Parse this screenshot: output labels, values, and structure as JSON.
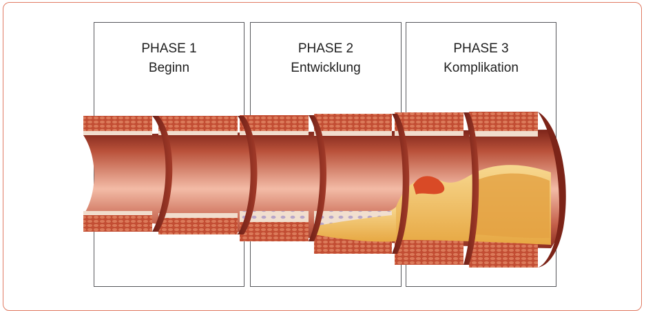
{
  "phases": [
    {
      "label": "PHASE 1",
      "subtitle": "Beginn"
    },
    {
      "label": "PHASE 2",
      "subtitle": "Entwicklung"
    },
    {
      "label": "PHASE 3",
      "subtitle": "Komplikation"
    }
  ],
  "colors": {
    "frame_border": "#e07a62",
    "panel_border": "#55565a",
    "outer_wall": "#b8452e",
    "muscle_cells": "#d66a4c",
    "intima": "#f0dccb",
    "lumen_dark": "#8a2a1e",
    "lumen_light": "#f2b7a2",
    "plaque": "#f3c46a",
    "lipid_core": "#e8a73c",
    "thrombus": "#d94a26"
  }
}
